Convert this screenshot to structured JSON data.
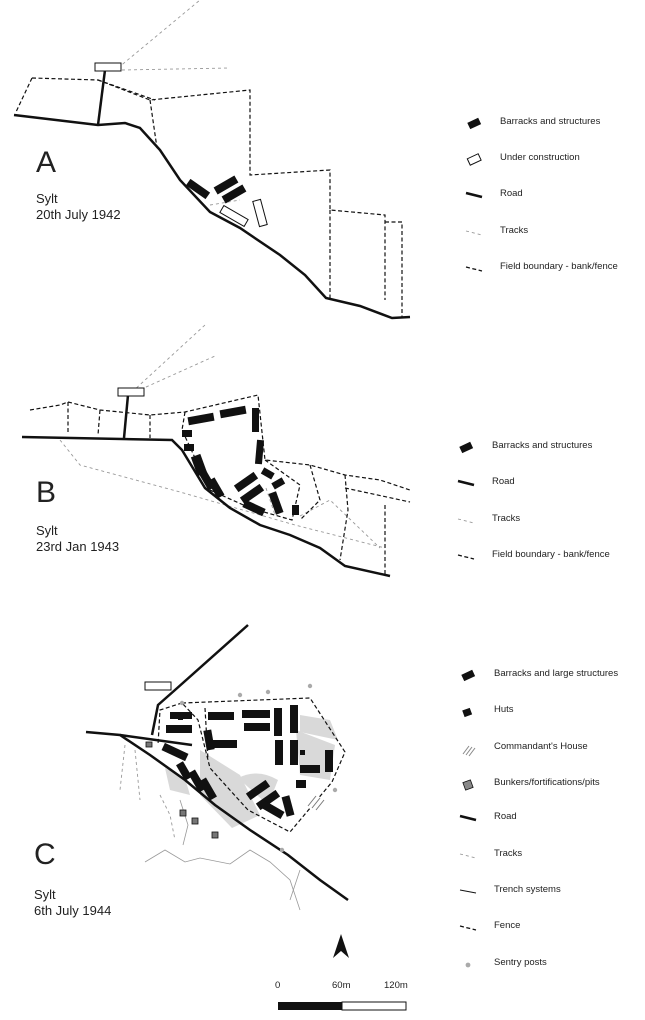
{
  "panels": [
    {
      "letter": "A",
      "place": "Sylt",
      "date": "20th July 1942",
      "legend": [
        {
          "key": "barracks",
          "label": "Barracks and structures"
        },
        {
          "key": "under",
          "label": "Under construction"
        },
        {
          "key": "road",
          "label": "Road"
        },
        {
          "key": "tracks",
          "label": "Tracks"
        },
        {
          "key": "field",
          "label": "Field boundary - bank/fence"
        }
      ]
    },
    {
      "letter": "B",
      "place": "Sylt",
      "date": "23rd Jan 1943",
      "legend": [
        {
          "key": "barracks",
          "label": "Barracks and structures"
        },
        {
          "key": "road",
          "label": "Road"
        },
        {
          "key": "tracks",
          "label": "Tracks"
        },
        {
          "key": "field",
          "label": "Field boundary - bank/fence"
        }
      ]
    },
    {
      "letter": "C",
      "place": "Sylt",
      "date": "6th July 1944",
      "legend": [
        {
          "key": "barracks",
          "label": "Barracks and large structures"
        },
        {
          "key": "huts",
          "label": "Huts"
        },
        {
          "key": "commandant",
          "label": "Commandant's House"
        },
        {
          "key": "bunker",
          "label": "Bunkers/fortifications/pits"
        },
        {
          "key": "road",
          "label": "Road"
        },
        {
          "key": "tracks",
          "label": "Tracks"
        },
        {
          "key": "trench",
          "label": "Trench systems"
        },
        {
          "key": "fence",
          "label": "Fence"
        },
        {
          "key": "sentry",
          "label": "Sentry posts"
        }
      ]
    }
  ],
  "scale": {
    "labels": [
      "0",
      "60m",
      "120m"
    ]
  },
  "north_icon": "north-arrow-icon",
  "colors": {
    "ink": "#111111",
    "track": "#999999",
    "shade": "#d8d8d8"
  }
}
